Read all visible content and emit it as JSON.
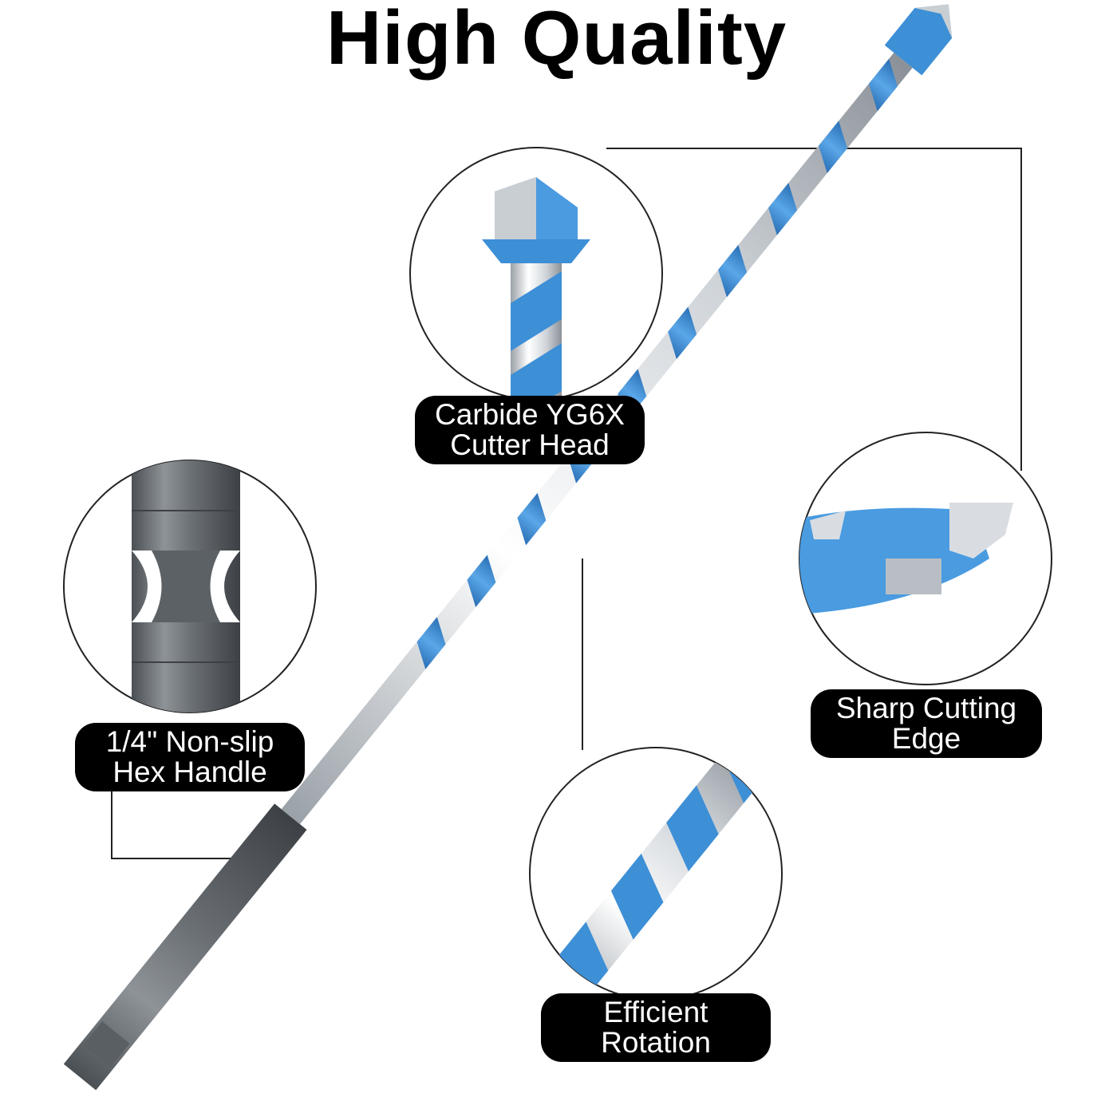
{
  "headline": "High Quality",
  "callouts": {
    "carbide": {
      "line1": "Carbide YG6X",
      "line2": "Cutter Head"
    },
    "hex": {
      "line1": "1/4\" Non-slip",
      "line2": "Hex Handle"
    },
    "sharp": {
      "line1": "Sharp Cutting",
      "line2": "Edge"
    },
    "rotation": {
      "line1": "Efficient",
      "line2": "Rotation"
    }
  },
  "colors": {
    "accent_blue": "#3d8fd6",
    "steel": "#d9dde2",
    "hex_gray": "#6e7378",
    "label_bg": "#000000",
    "label_text": "#ffffff"
  },
  "icons": [
    "drill-bit",
    "carbide-tip-detail",
    "hex-shank-detail",
    "cutting-edge-detail",
    "spiral-flute-detail"
  ]
}
